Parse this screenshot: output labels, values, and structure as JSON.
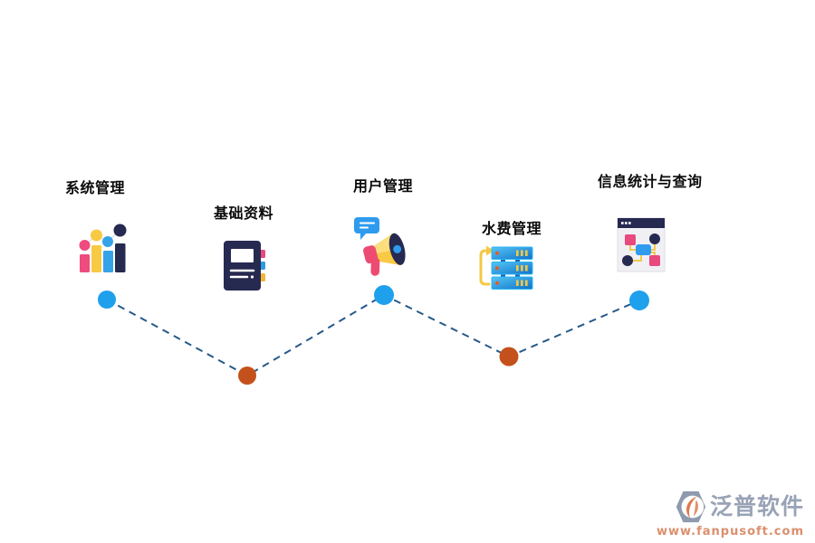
{
  "diagram": {
    "connector_color": "#26598A",
    "connector_style": "dashed",
    "nodes": [
      {
        "label": "系统管理",
        "icon": "bar-chart-growth-icon",
        "dot_color": "#1FA0EC",
        "position": "top"
      },
      {
        "label": "基础资料",
        "icon": "notebook-icon",
        "dot_color": "#C4511B",
        "position": "bottom"
      },
      {
        "label": "用户管理",
        "icon": "megaphone-icon",
        "dot_color": "#1FA0EC",
        "position": "top"
      },
      {
        "label": "水费管理",
        "icon": "server-stack-icon",
        "dot_color": "#C4511B",
        "position": "bottom"
      },
      {
        "label": "信息统计与查询",
        "icon": "flowchart-window-icon",
        "dot_color": "#1FA0EC",
        "position": "top"
      }
    ]
  },
  "footer": {
    "brand": "泛普软件",
    "website": "www.fanpusoft.com",
    "brand_color": "#99A3B6",
    "website_color": "#DB8F6D"
  }
}
